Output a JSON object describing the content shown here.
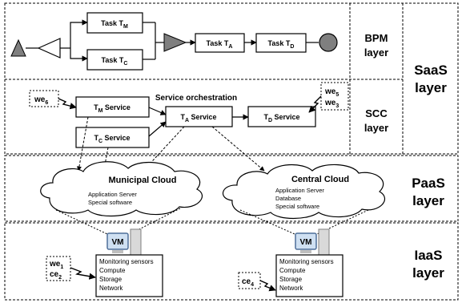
{
  "bpm": {
    "task_m": {
      "base": "Task T",
      "sub": "M"
    },
    "task_c": {
      "base": "Task T",
      "sub": "C"
    },
    "task_a": {
      "base": "Task T",
      "sub": "A"
    },
    "task_d": {
      "base": "Task T",
      "sub": "D"
    }
  },
  "layers": {
    "bpm_line1": "BPM",
    "bpm_line2": "layer",
    "scc_line1": "SCC",
    "scc_line2": "layer",
    "saas_line1": "SaaS",
    "saas_line2": "layer",
    "paas_line1": "PaaS",
    "paas_line2": "layer",
    "iaas_line1": "IaaS",
    "iaas_line2": "layer"
  },
  "scc": {
    "title": "Service orchestration",
    "tm_service": {
      "base": "T",
      "sub": "M",
      "rest": " Service"
    },
    "tc_service": {
      "base": "T",
      "sub": "C",
      "rest": " Service"
    },
    "ta_service": {
      "base": "T",
      "sub": "A",
      "rest": " Service"
    },
    "td_service": {
      "base": "T",
      "sub": "D",
      "rest": " Service"
    }
  },
  "callouts": {
    "we6": {
      "base": "we",
      "sub": "6"
    },
    "we5": {
      "base": "we",
      "sub": "5"
    },
    "we3": {
      "base": "we",
      "sub": "3"
    },
    "we1": {
      "base": "we",
      "sub": "1"
    },
    "ce2": {
      "base": "ce",
      "sub": "2"
    },
    "ce4": {
      "base": "ce",
      "sub": "4"
    }
  },
  "clouds": {
    "municipal": {
      "title": "Municipal Cloud",
      "lines": [
        "Application Server",
        "Special software"
      ]
    },
    "central": {
      "title": "Central Cloud",
      "lines": [
        "Application Server",
        "Database",
        "Special software"
      ]
    }
  },
  "vms": {
    "left": {
      "label": "VM",
      "lines": [
        "Monitoring sensors",
        "Compute",
        "Storage",
        "Network"
      ]
    },
    "right": {
      "label": "VM",
      "lines": [
        "Monitoring sensors",
        "Compute",
        "Storage",
        "Network"
      ]
    }
  },
  "colors": {
    "shape_fill": "#7f7f7f",
    "vm_screen": "#cfe0f2",
    "vm_case": "#d9d9d9",
    "line": "#000000"
  }
}
